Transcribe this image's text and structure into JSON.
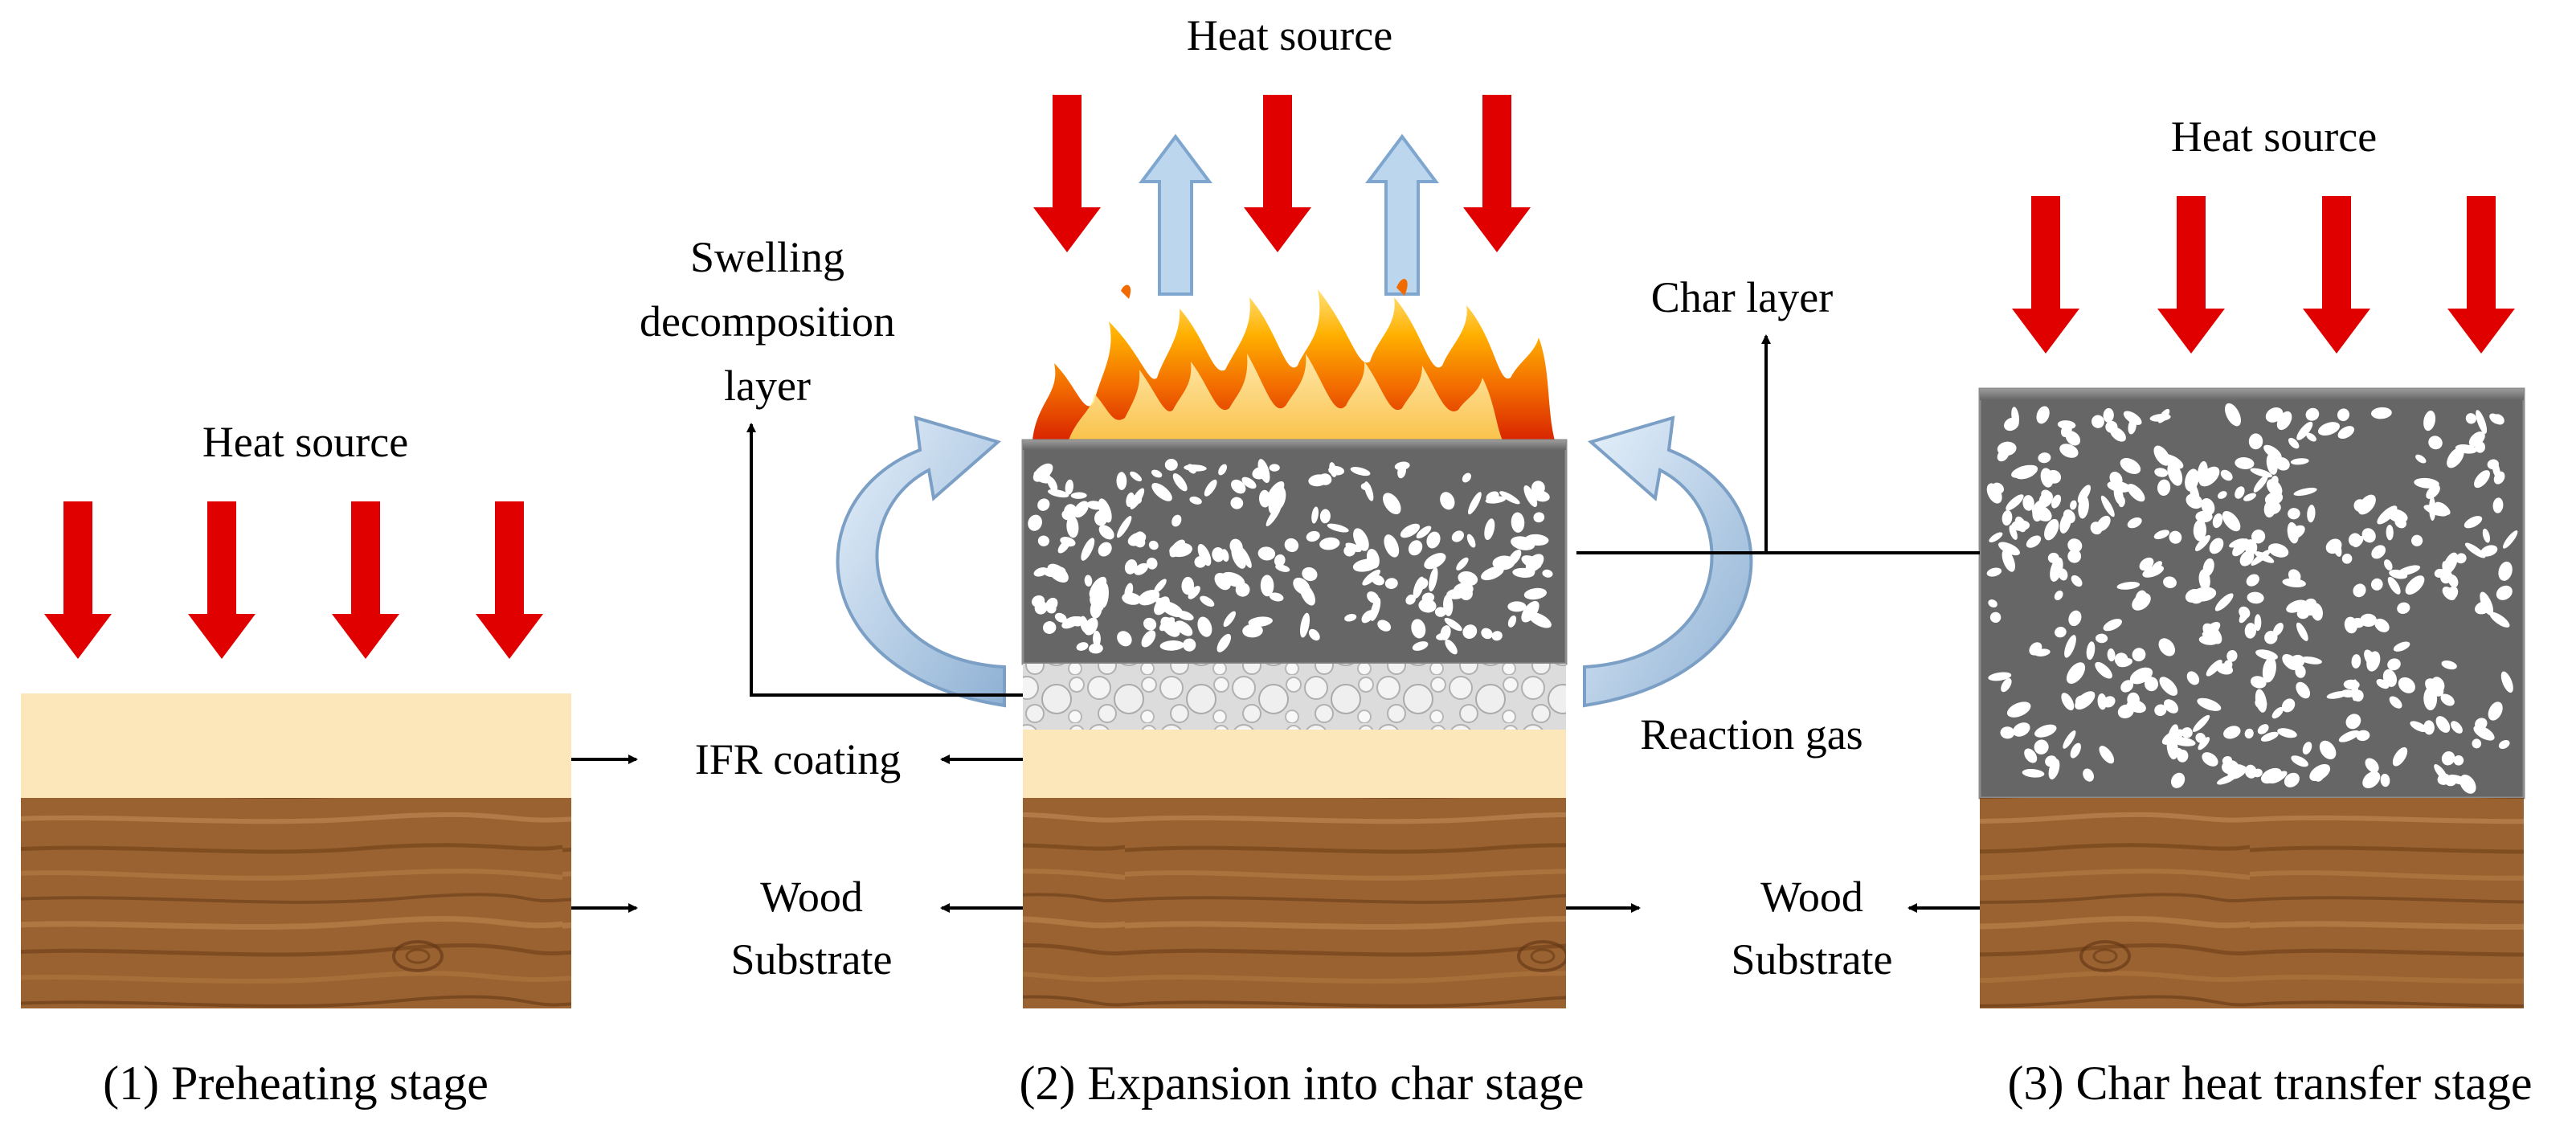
{
  "labels": {
    "heat_source_top": "Heat source",
    "heat_source_left": "Heat source",
    "heat_source_right": "Heat source",
    "swelling_line1": "Swelling",
    "swelling_line2": "decomposition",
    "swelling_line3": "layer",
    "char_layer": "Char layer",
    "ifr_coating": "IFR coating",
    "reaction_gas": "Reaction gas",
    "wood_left_line1": "Wood",
    "wood_left_line2": "Substrate",
    "wood_right_line1": "Wood",
    "wood_right_line2": "Substrate"
  },
  "stages": [
    {
      "caption": "(1) Preheating stage"
    },
    {
      "caption": "(2) Expansion into char stage"
    },
    {
      "caption": "(3) Char heat transfer stage"
    }
  ],
  "colors": {
    "heat_arrow": "#e00000",
    "gas_arrow": "#bcd6ee",
    "coating": "#fbe7b9",
    "char": "#666666",
    "pores": "#ffffff",
    "wood": "#9a6230",
    "swelling_layer": "#d9d9d9"
  },
  "icons": [
    "heat-arrow-icon",
    "gas-arrow-icon",
    "flame-icon",
    "circulation-arrow-icon"
  ]
}
